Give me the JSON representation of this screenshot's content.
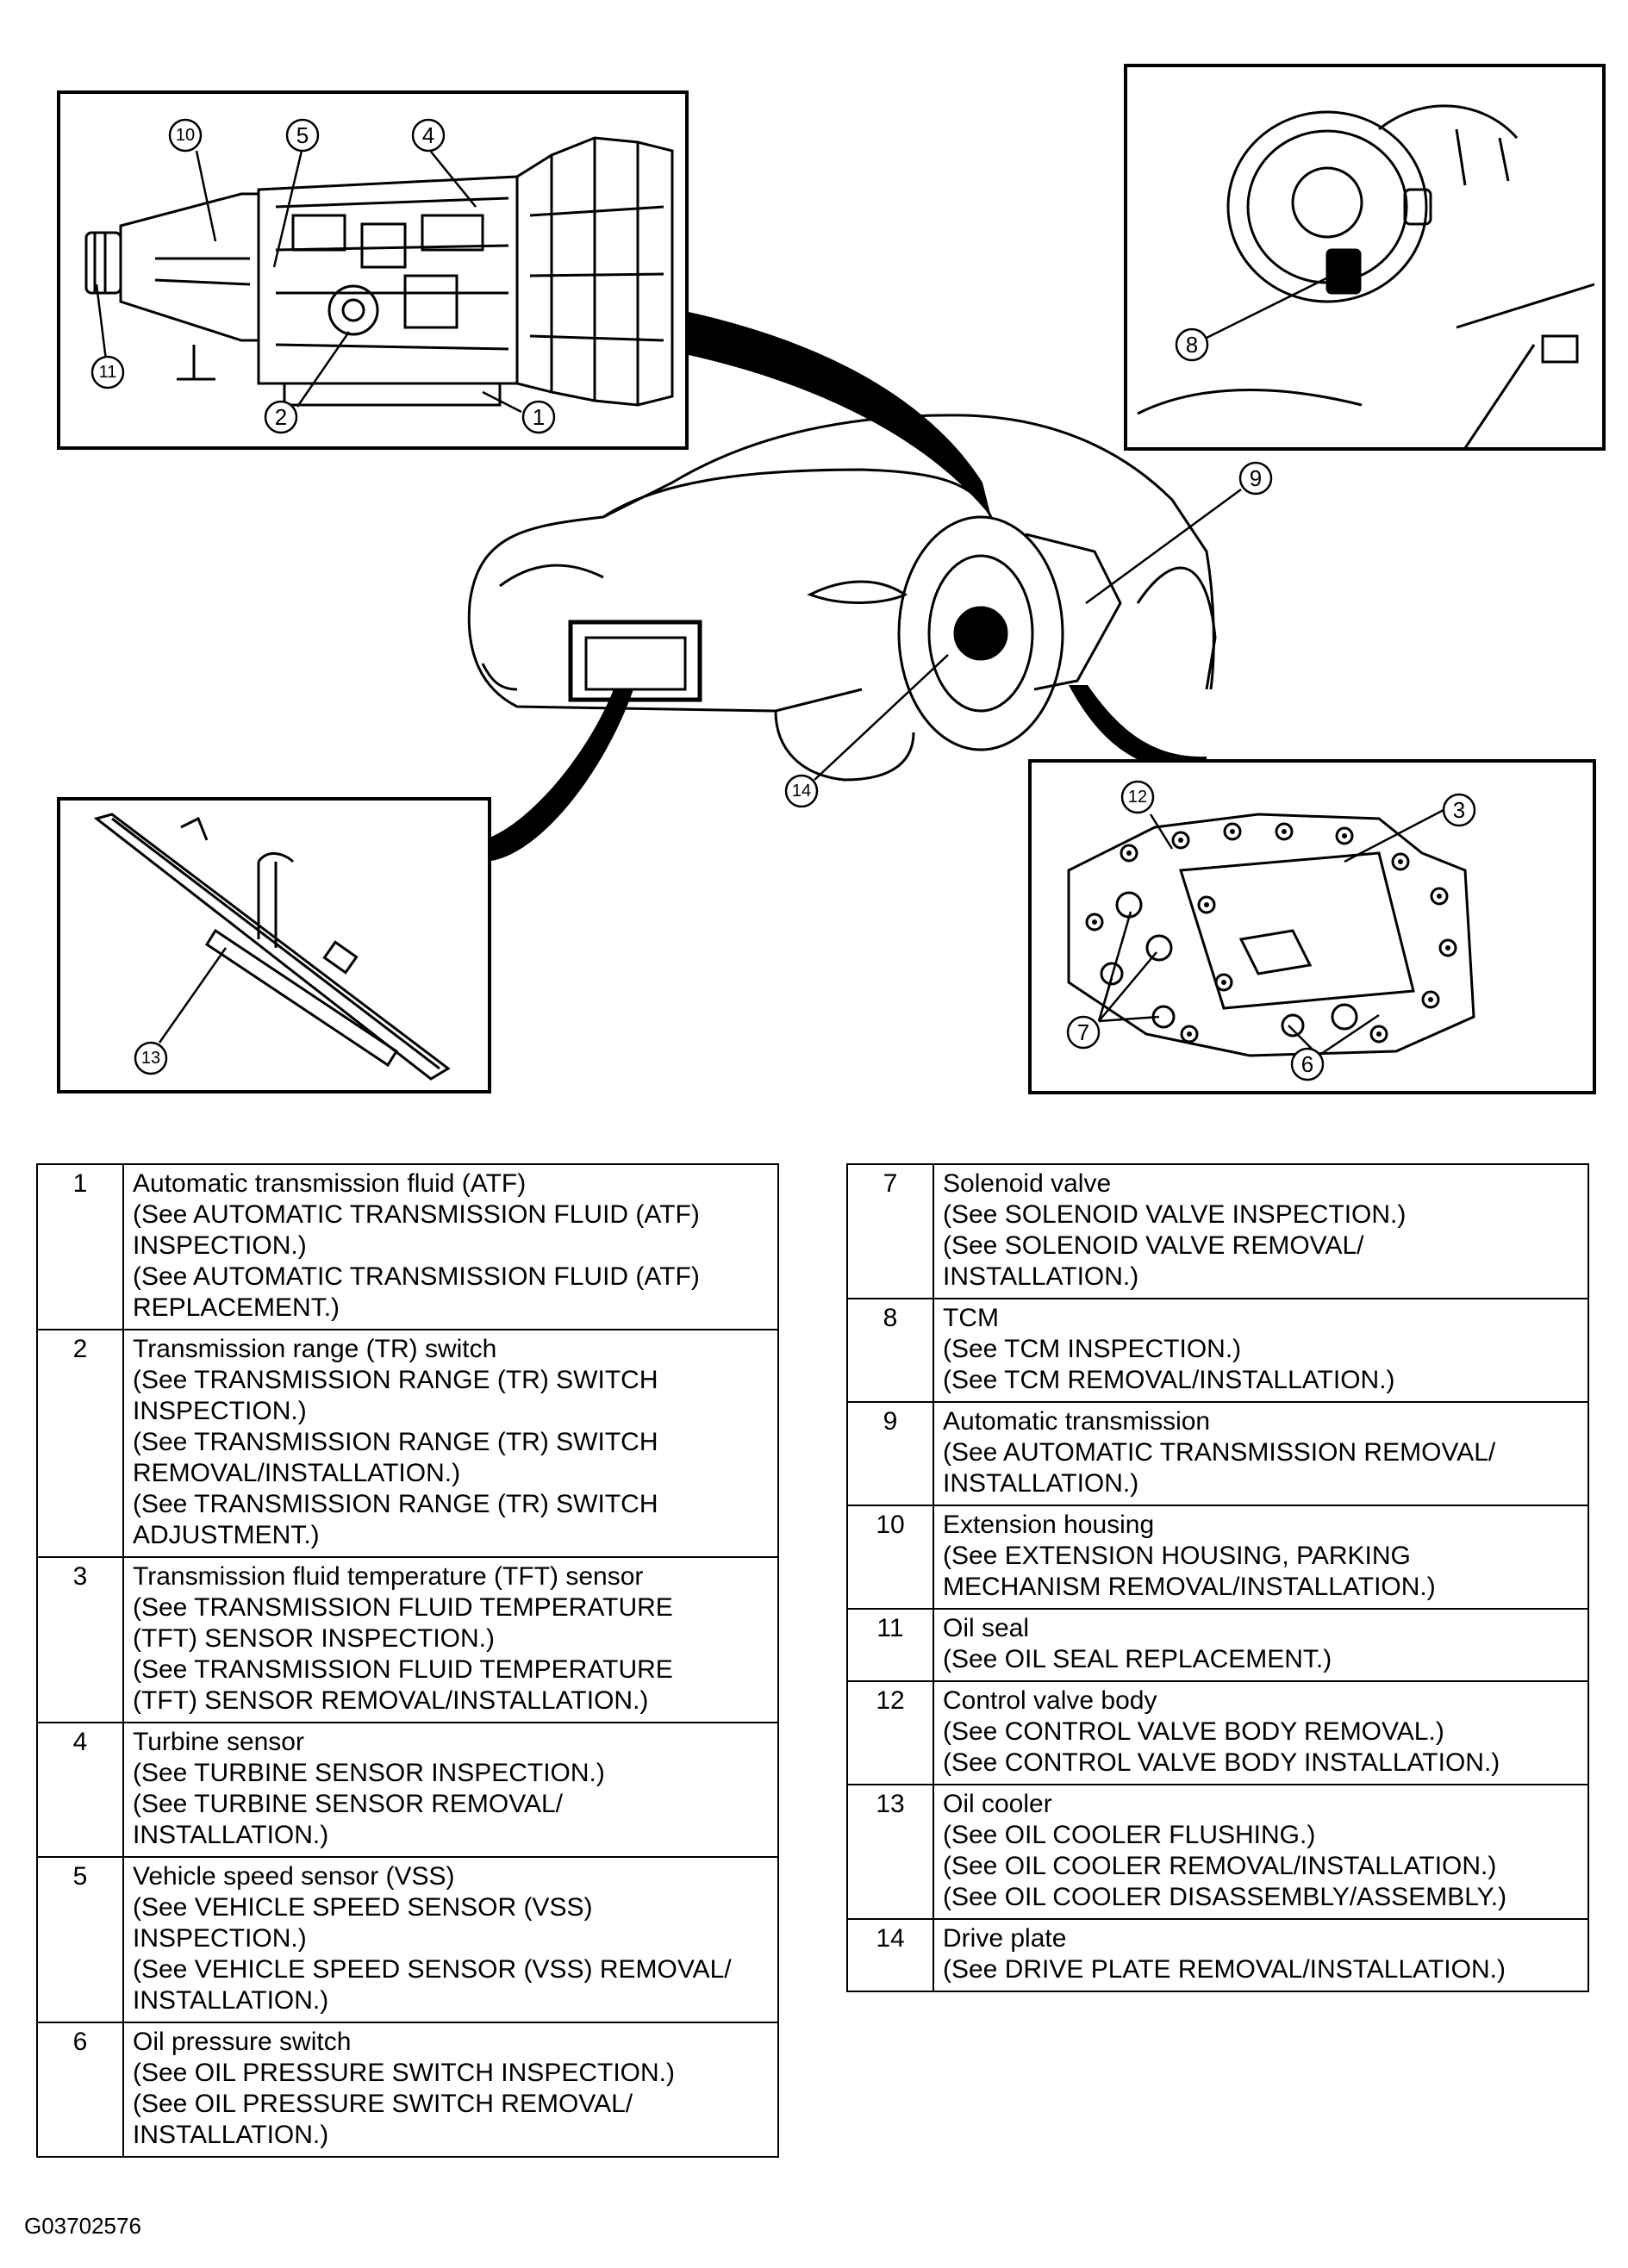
{
  "callouts": [
    "1",
    "2",
    "3",
    "4",
    "5",
    "6",
    "7",
    "8",
    "9",
    "10",
    "11",
    "12",
    "13",
    "14"
  ],
  "legend": {
    "left": [
      {
        "num": "1",
        "lines": [
          "Automatic transmission fluid (ATF)",
          "(See AUTOMATIC TRANSMISSION FLUID (ATF)",
          "INSPECTION.)",
          "(See AUTOMATIC TRANSMISSION FLUID (ATF)",
          "REPLACEMENT.)"
        ]
      },
      {
        "num": "2",
        "lines": [
          "Transmission range (TR) switch",
          "(See TRANSMISSION RANGE (TR) SWITCH",
          "INSPECTION.)",
          "(See TRANSMISSION RANGE (TR) SWITCH",
          "REMOVAL/INSTALLATION.)",
          "(See TRANSMISSION RANGE (TR) SWITCH",
          "ADJUSTMENT.)"
        ]
      },
      {
        "num": "3",
        "lines": [
          "Transmission fluid temperature (TFT) sensor",
          "(See TRANSMISSION FLUID TEMPERATURE",
          "(TFT) SENSOR INSPECTION.)",
          "(See TRANSMISSION FLUID TEMPERATURE",
          "(TFT) SENSOR REMOVAL/INSTALLATION.)"
        ]
      },
      {
        "num": "4",
        "lines": [
          "Turbine sensor",
          "(See TURBINE SENSOR INSPECTION.)",
          "(See TURBINE SENSOR REMOVAL/",
          "INSTALLATION.)"
        ]
      },
      {
        "num": "5",
        "lines": [
          "Vehicle speed sensor (VSS)",
          "(See VEHICLE SPEED SENSOR (VSS)",
          "INSPECTION.)",
          "(See VEHICLE SPEED SENSOR (VSS) REMOVAL/",
          "INSTALLATION.)"
        ]
      },
      {
        "num": "6",
        "lines": [
          "Oil pressure switch",
          "(See OIL PRESSURE SWITCH INSPECTION.)",
          "(See OIL PRESSURE SWITCH REMOVAL/",
          "INSTALLATION.)"
        ]
      }
    ],
    "right": [
      {
        "num": "7",
        "lines": [
          "Solenoid valve",
          "(See SOLENOID VALVE INSPECTION.)",
          "(See SOLENOID VALVE REMOVAL/",
          "INSTALLATION.)"
        ]
      },
      {
        "num": "8",
        "lines": [
          "TCM",
          "(See TCM INSPECTION.)",
          "(See TCM REMOVAL/INSTALLATION.)"
        ]
      },
      {
        "num": "9",
        "lines": [
          "Automatic transmission",
          "(See AUTOMATIC TRANSMISSION REMOVAL/",
          "INSTALLATION.)"
        ]
      },
      {
        "num": "10",
        "lines": [
          "Extension housing",
          "(See EXTENSION HOUSING, PARKING",
          "MECHANISM REMOVAL/INSTALLATION.)"
        ]
      },
      {
        "num": "11",
        "lines": [
          "Oil seal",
          "(See OIL SEAL REPLACEMENT.)"
        ]
      },
      {
        "num": "12",
        "lines": [
          "Control valve body",
          "(See CONTROL VALVE BODY REMOVAL.)",
          "(See CONTROL VALVE BODY INSTALLATION.)"
        ]
      },
      {
        "num": "13",
        "lines": [
          "Oil cooler",
          "(See OIL COOLER FLUSHING.)",
          "(See OIL COOLER REMOVAL/INSTALLATION.)",
          "(See OIL COOLER DISASSEMBLY/ASSEMBLY.)"
        ]
      },
      {
        "num": "14",
        "lines": [
          "Drive plate",
          "(See DRIVE PLATE REMOVAL/INSTALLATION.)"
        ]
      }
    ]
  },
  "figure_code": "G03702576"
}
